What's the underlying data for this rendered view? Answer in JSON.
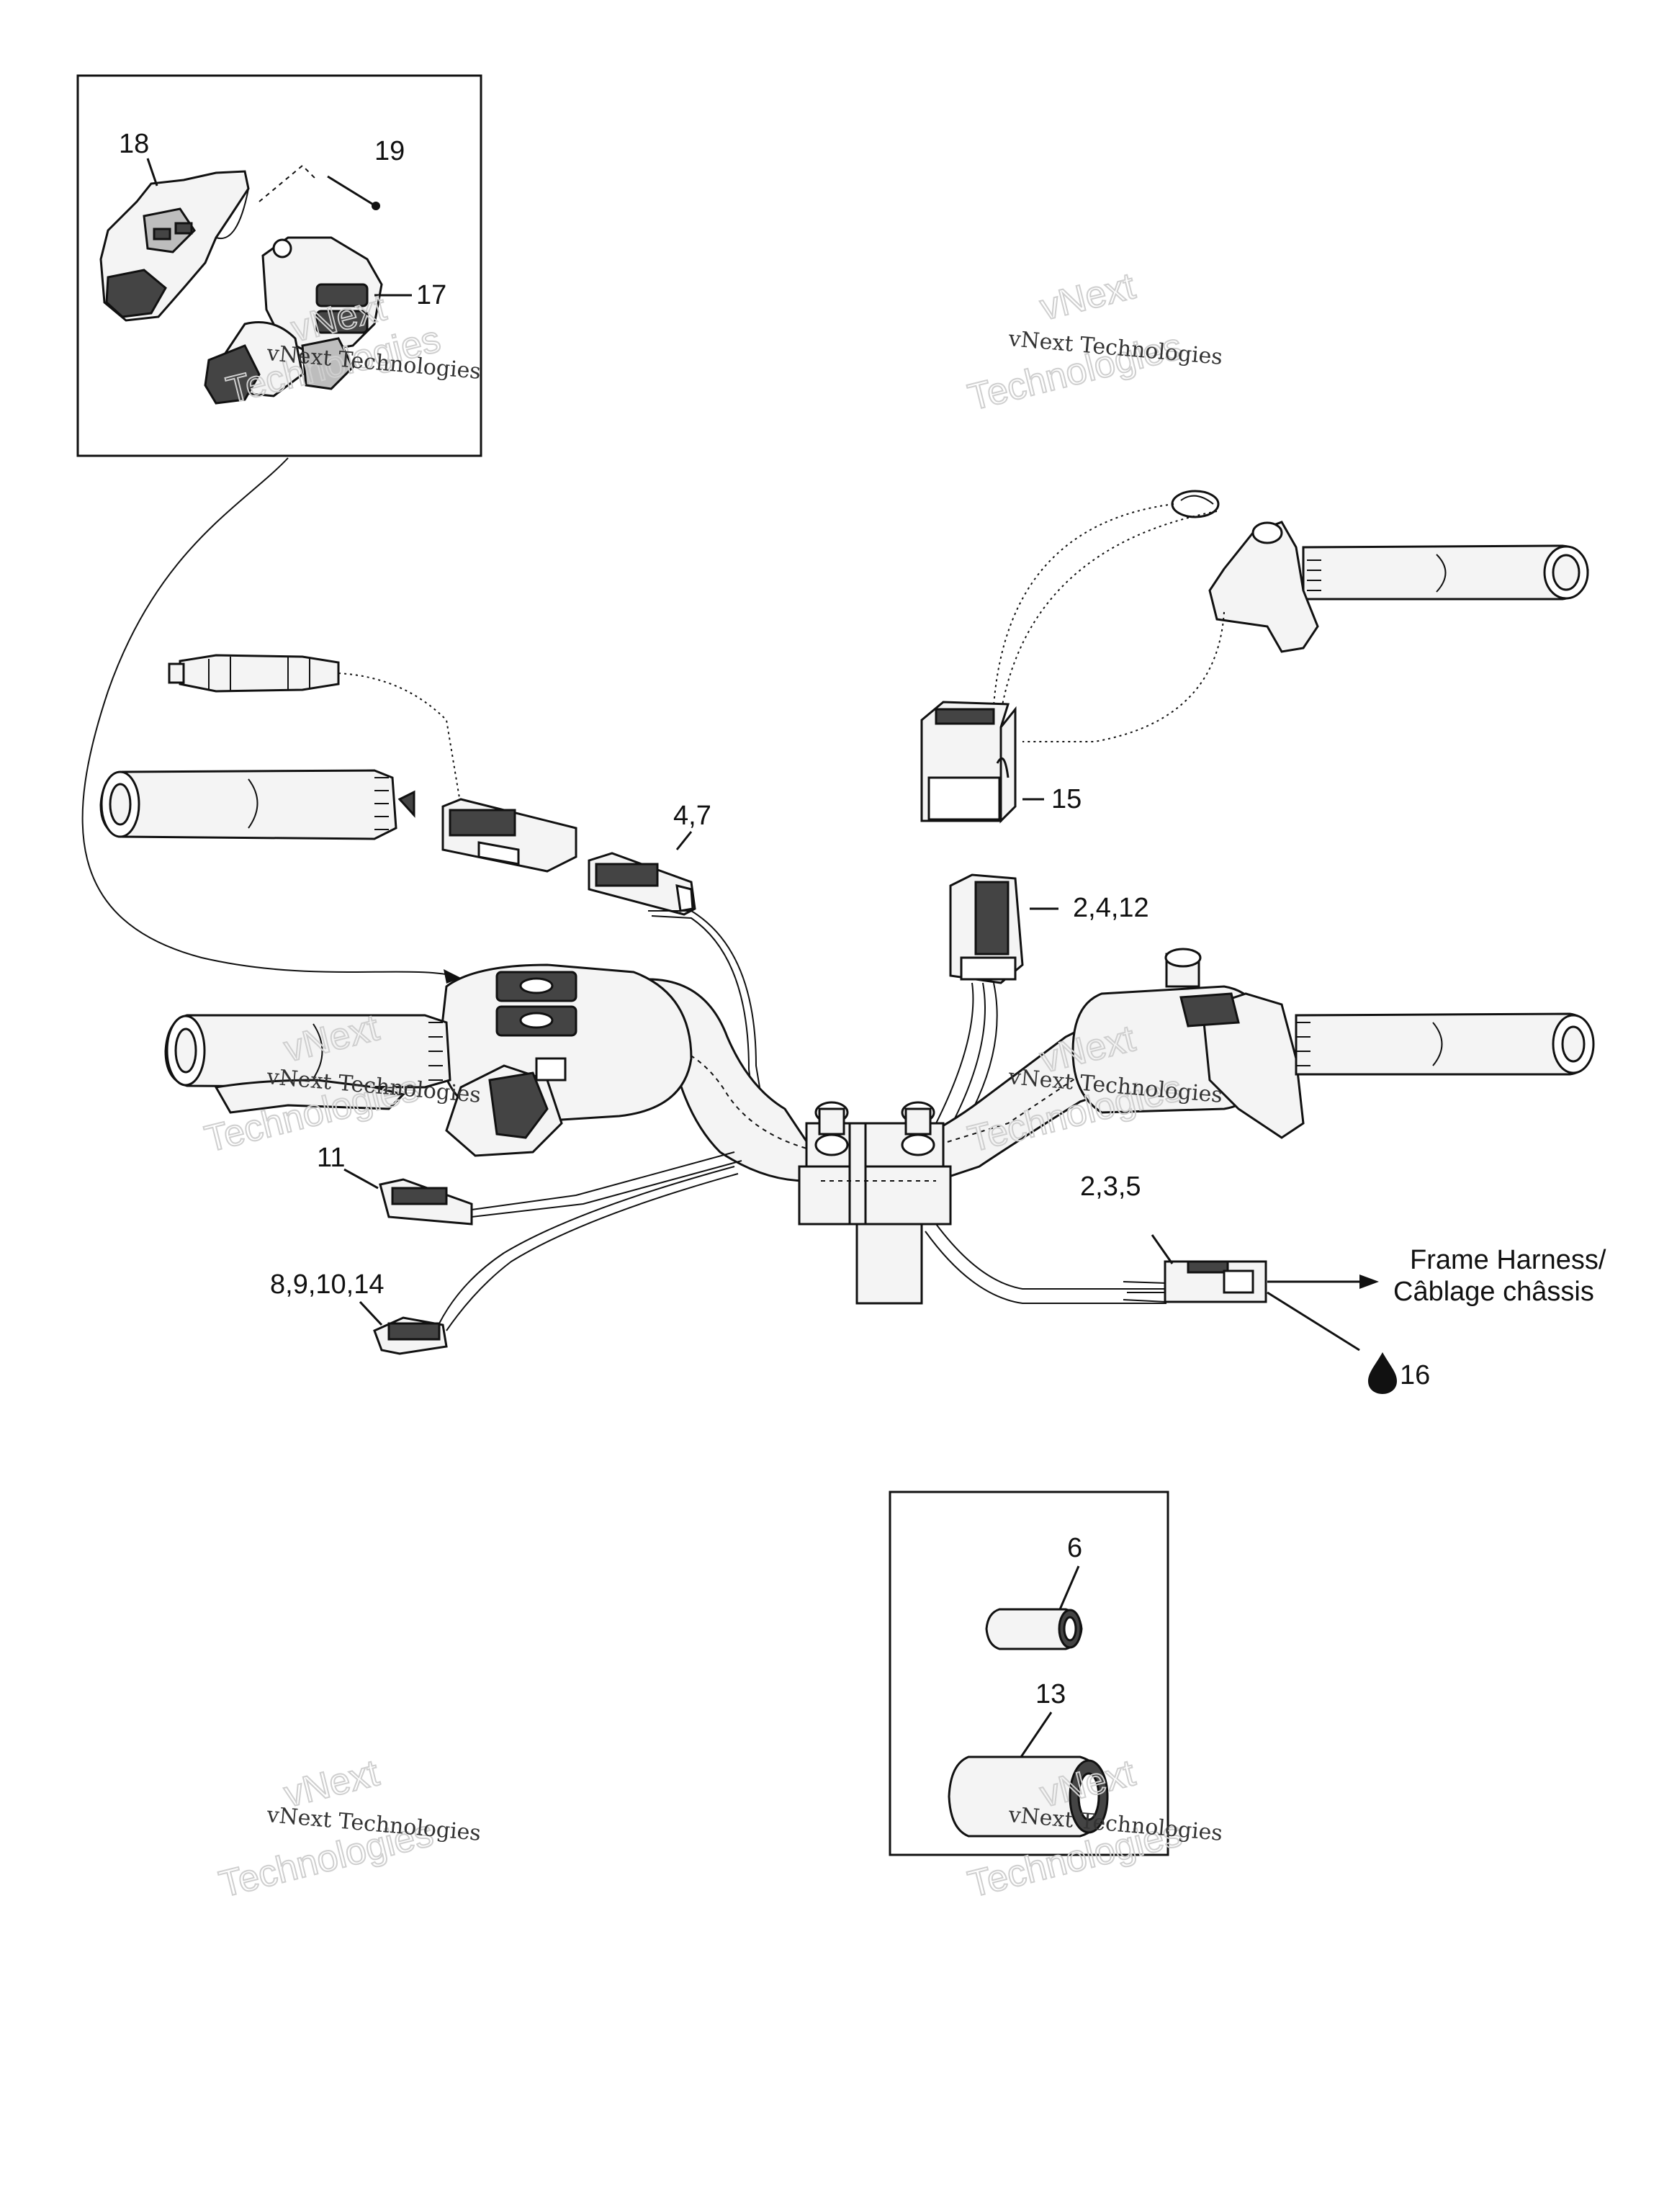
{
  "labels": {
    "l18": "18",
    "l19": "19",
    "l17": "17",
    "l4_7": "4,7",
    "l15": "15",
    "l2_4_12": "2,4,12",
    "l11": "11",
    "l2_3_5": "2,3,5",
    "l8_9_10_14": "8,9,10,14",
    "l16": "16",
    "l6": "6",
    "l13": "13"
  },
  "destination": {
    "line1": "Frame Harness/",
    "line2": "Câblage châssis"
  },
  "icons": {
    "drop": "oil-drop-icon"
  },
  "watermark": {
    "small": "vNext Technologies",
    "big_line1": "vNext",
    "big_line2": "Technologies"
  }
}
